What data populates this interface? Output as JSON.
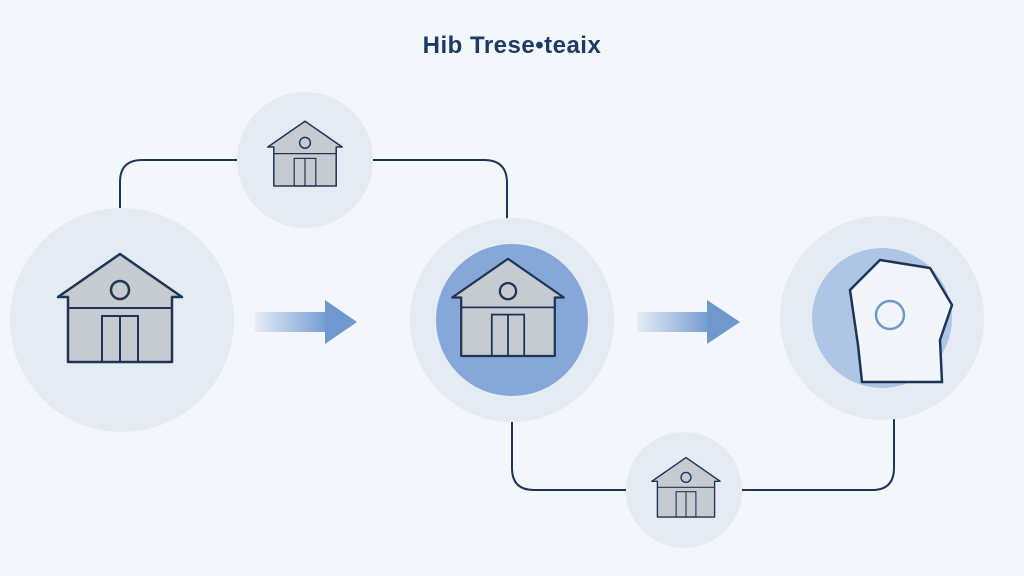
{
  "title": "Hib Trese•teaix",
  "colors": {
    "line": "#1f3556",
    "circle": "#e4ebf3",
    "accent": "#86a8d8",
    "house": "#c6cad1",
    "arrow": "#6f98d0"
  },
  "nodes": [
    "house-left",
    "house-top",
    "house-center",
    "house-right-damaged",
    "house-bottom"
  ]
}
